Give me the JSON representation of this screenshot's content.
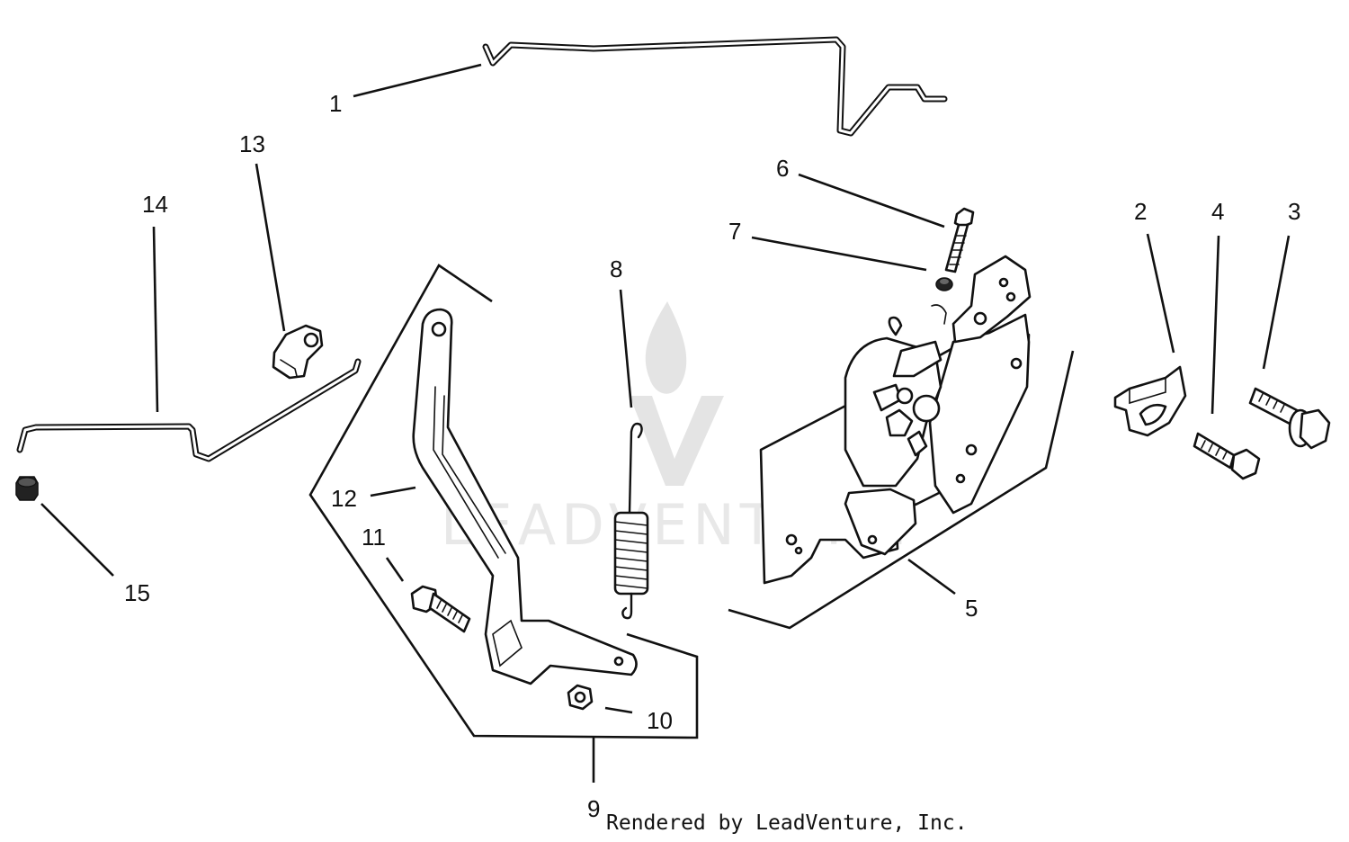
{
  "diagram": {
    "labels": {
      "p1": "1",
      "p2": "2",
      "p3": "3",
      "p4": "4",
      "p5": "5",
      "p6": "6",
      "p7": "7",
      "p8": "8",
      "p9": "9",
      "p10": "10",
      "p11": "11",
      "p12": "12",
      "p13": "13",
      "p14": "14",
      "p15": "15"
    },
    "credit": "Rendered by LeadVenture, Inc.",
    "watermark": "LEADVENTURE",
    "colors": {
      "line": "#111111",
      "background": "#ffffff",
      "watermark": "#e4e4e4"
    }
  }
}
